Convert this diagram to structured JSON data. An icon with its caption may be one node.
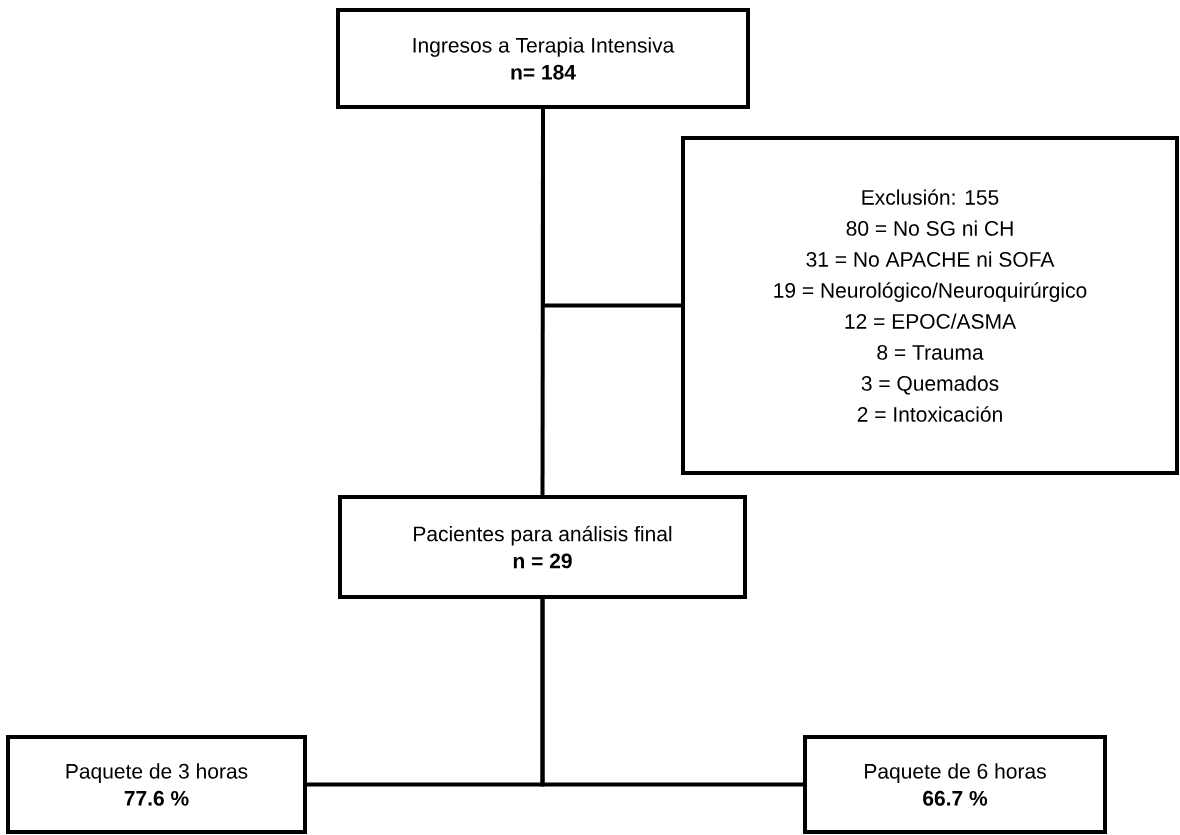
{
  "diagram": {
    "nodes": [
      {
        "text": [
          "Ingresos a Terapia Intensiva",
          "n= 184"
        ]
      },
      {
        "text": [
          "Exclusión: 155",
          "80 = No SG ni CH",
          "31 = No APACHE ni SOFA",
          "19 = Neurológico/Neuroquirúrgico",
          "12 = EPOC/ASMA",
          "8 = Trauma",
          "3 = Quemados",
          "2 = Intoxicación"
        ]
      },
      {
        "text": [
          "Pacientes para análisis final",
          "n = 29"
        ]
      },
      {
        "text": [
          "Paquete de 3 horas",
          "77.6 %"
        ]
      },
      {
        "text": [
          "Paquete de 6 horas",
          "66.7 %"
        ]
      }
    ],
    "edges": [
      {
        "from": 0,
        "to": 2,
        "arrow": "none"
      },
      {
        "from": 0,
        "to": 1,
        "arrow": "none"
      },
      {
        "from": 2,
        "to": 3,
        "arrow": "none"
      },
      {
        "from": 2,
        "to": 4,
        "arrow": "none"
      }
    ]
  }
}
